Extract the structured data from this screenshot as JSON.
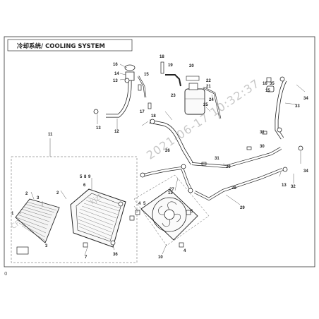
{
  "title": "冷却系统/ COOLING SYSTEM",
  "watermark": {
    "datetime": "2021-06-17 10:32:37",
    "user": "kjzt",
    "brand": "CF"
  },
  "page_marker": "0",
  "callouts": {
    "c1": "1",
    "c2a": "2",
    "c2b": "2",
    "c3a": "3",
    "c3b": "3",
    "c4a": "4",
    "c4b": "4",
    "c5a": "5",
    "c5b": "5",
    "c6": "6",
    "c7": "7",
    "c8": "8",
    "c9": "9",
    "c10": "10",
    "c11": "11",
    "c12": "12",
    "c13a": "13",
    "c13b": "13",
    "c13c": "13",
    "c13d": "13",
    "c14": "14",
    "c15a": "15",
    "c15b": "15",
    "c16a": "16",
    "c16b": "16",
    "c17": "17",
    "c18a": "18",
    "c18b": "18",
    "c19": "19",
    "c20": "20",
    "c21": "21",
    "c22": "22",
    "c23": "23",
    "c24": "24",
    "c25": "25",
    "c26": "26",
    "c27": "27",
    "c28": "28",
    "c29": "29",
    "c30a": "30",
    "c30b": "30",
    "c31a": "31",
    "c31b": "31",
    "c32": "32",
    "c33": "33",
    "c34a": "34",
    "c34b": "34",
    "c35": "35",
    "c36": "36"
  }
}
